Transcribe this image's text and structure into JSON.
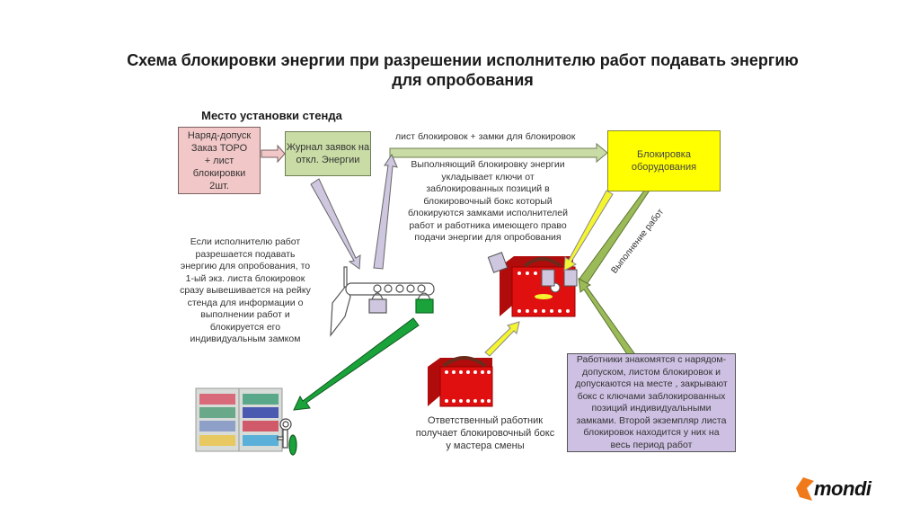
{
  "title": {
    "line1": "Схема блокировки энергии  при разрешении исполнителю работ  подавать энергию",
    "line2": "для опробования"
  },
  "stand": {
    "heading": "Место установки стенда"
  },
  "permit_box": {
    "lines": [
      "Наряд-допуск",
      "Заказ ТОРО",
      "+ лист",
      "блокировки",
      "2шт."
    ]
  },
  "journal_box": {
    "lines": [
      "Журнал заявок на",
      "откл. Энергии"
    ]
  },
  "lock_equipment_box": {
    "lines": [
      "Блокировка",
      "оборудования"
    ]
  },
  "sheet_arrow": {
    "label": "лист блокировок + замки  для блокировок"
  },
  "executor_text": {
    "lines": [
      "Выполняющий  блокировку энергии",
      "укладывает ключи от",
      "заблокированных позиций  в",
      "блокировочный бокс который",
      "блокируются замками  исполнителей",
      "работ и работника имеющего право",
      "подачи энергии для опробования"
    ]
  },
  "left_text": {
    "lines": [
      "Если исполнителю работ",
      "разрешается подавать",
      "энергию для опробования, то",
      "1-ый экз. листа блокировок",
      "сразу вывешивается на рейку",
      "стенда для информации о",
      "выполнении работ и",
      "блокируется его",
      "индивидуальным замком"
    ]
  },
  "work_arrow": {
    "label": "Выполнение  работ"
  },
  "workers_box": {
    "lines": [
      "Работники знакомятся с нарядом-",
      "допуском, листом блокировок  и",
      "допускаются на месте  , закрывают",
      "бокс с ключами заблокированных",
      "позиций индивидуальными",
      "замками. Второй экземпляр листа",
      "блокировок  находится у них на",
      "весь период работ"
    ]
  },
  "box_caption": {
    "lines": [
      "Ответственный работник",
      "получает блокировочный бокс",
      "у мастера смены"
    ]
  },
  "logo": {
    "text": "mondi"
  },
  "colors": {
    "permit_fill": "#f2c7c7",
    "journal_fill": "#c9dca5",
    "lock_fill": "#ffff00",
    "workers_fill": "#cdc0e2",
    "arrow_lavender": "#cfc7e0",
    "arrow_olive": "#9bbb59",
    "arrow_green": "#1aa33a",
    "arrow_yellow": "#f4f430",
    "box_red": "#e01010",
    "logo_orange": "#f07a1a"
  }
}
